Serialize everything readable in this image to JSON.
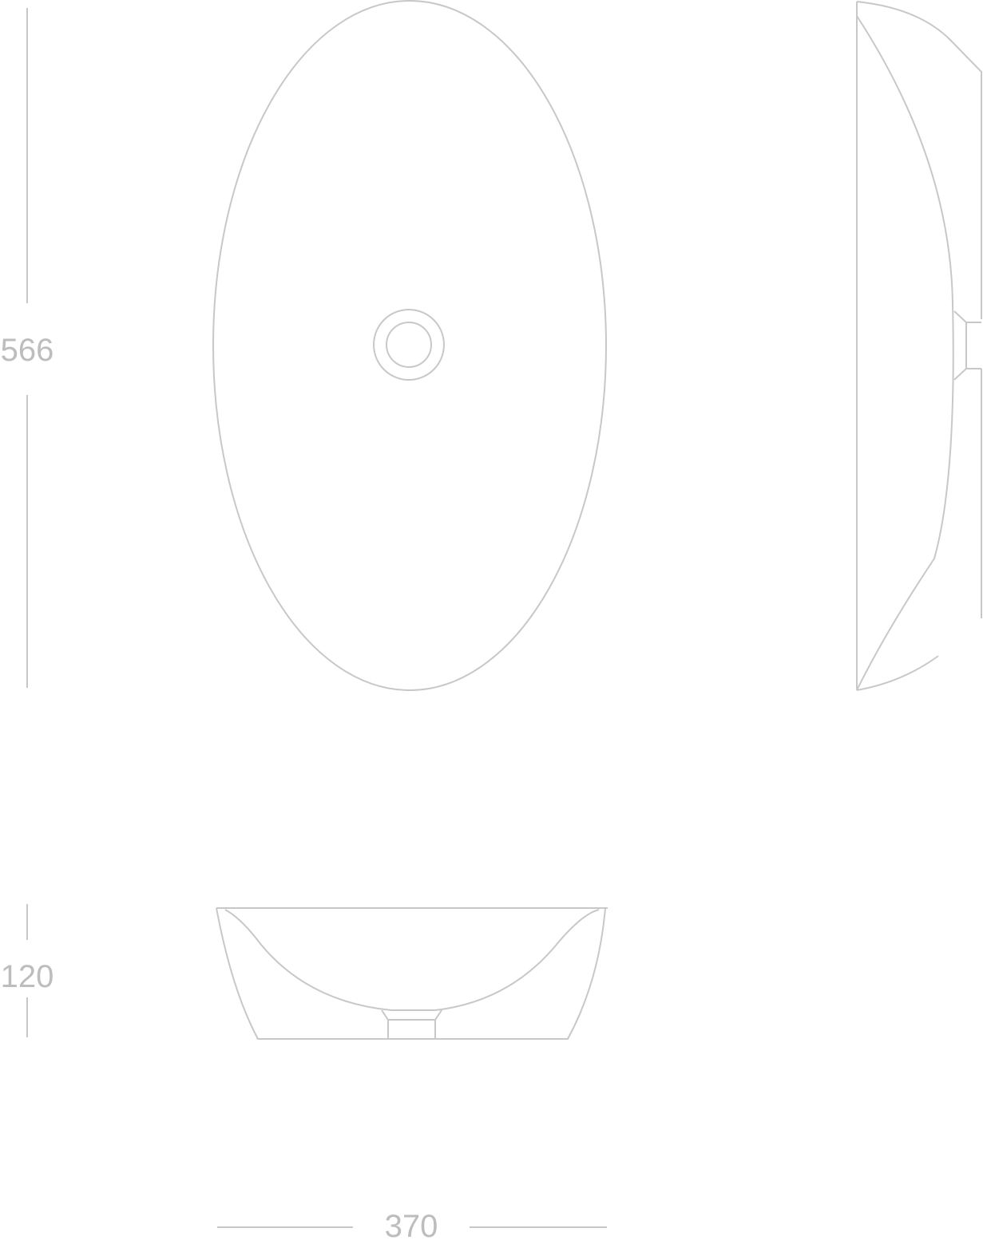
{
  "dimensions": {
    "length": "566",
    "height": "120",
    "width": "370"
  },
  "colors": {
    "line": "#f0f0f0",
    "background": "#ffffff"
  }
}
